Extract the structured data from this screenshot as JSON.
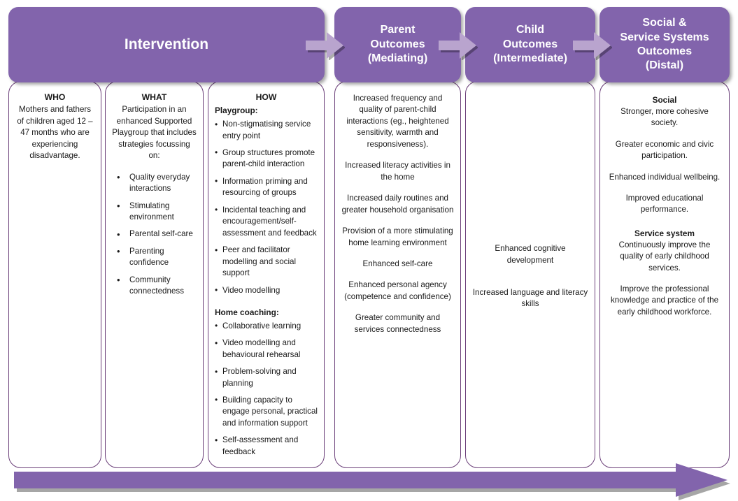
{
  "theme": {
    "banner_purple": "#8264ac",
    "arrow_light_purple": "#b9a4ce",
    "box_border_purple": "#6b3f79",
    "text_color": "#1a1a1a"
  },
  "headers": {
    "intervention": "Intervention",
    "parent": "Parent\nOutcomes\n(Mediating)",
    "parent_lines": [
      "Parent",
      "Outcomes",
      "(Mediating)"
    ],
    "child_lines": [
      "Child",
      "Outcomes",
      "(Intermediate)"
    ],
    "social_lines": [
      "Social &",
      "Service Systems",
      "Outcomes",
      "(Distal)"
    ]
  },
  "columns": {
    "who": {
      "heading": "WHO",
      "body": "Mothers and fathers of children aged 12 – 47 months who are experiencing disadvantage."
    },
    "what": {
      "heading": "WHAT",
      "body": "Participation in an enhanced Supported Playgroup that includes strategies focussing on:",
      "bullets": [
        "Quality everyday interactions",
        "Stimulating environment",
        "Parental self-care",
        "Parenting confidence",
        "Community connectedness"
      ]
    },
    "how": {
      "heading": "HOW",
      "playgroup_label": "Playgroup:",
      "playgroup_bullets": [
        "Non-stigmatising service entry point",
        "Group structures promote parent-child interaction",
        "Information priming and resourcing of groups",
        "Incidental teaching and encouragement/self-assessment and feedback",
        "Peer and facilitator modelling and social support",
        "Video modelling"
      ],
      "home_coaching_label": "Home coaching:",
      "home_coaching_bullets": [
        "Collaborative learning",
        "Video modelling and behavioural rehearsal",
        "Problem-solving and planning",
        "Building capacity to engage personal, practical and information support",
        "Self-assessment and feedback"
      ]
    },
    "parent_outcomes": {
      "paragraphs": [
        "Increased frequency and quality of parent-child interactions (eg., heightened sensitivity, warmth and responsiveness).",
        "Increased literacy activities in the home",
        "Increased daily routines and greater household organisation",
        "Provision of a more stimulating home learning environment",
        "Enhanced self-care",
        "Enhanced personal agency (competence and confidence)",
        "Greater community and services connectedness"
      ]
    },
    "child_outcomes": {
      "paragraphs": [
        "Enhanced cognitive development",
        "Increased language and literacy skills"
      ]
    },
    "social_outcomes": {
      "social_heading": "Social",
      "social_paragraphs": [
        "Stronger, more cohesive society.",
        "Greater economic and civic participation.",
        "Enhanced individual wellbeing.",
        "Improved educational performance."
      ],
      "service_heading": "Service system",
      "service_paragraphs": [
        "Continuously improve the quality of early childhood services.",
        "Improve the professional knowledge and practice of the early childhood workforce."
      ]
    }
  }
}
